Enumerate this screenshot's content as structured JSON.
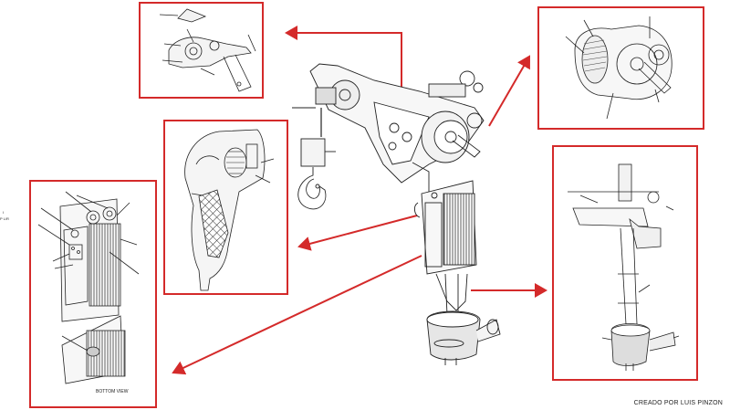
{
  "labels": {
    "bottom_view": "BOTTOM VIEW",
    "credit": "CREADO POR LUIS PINZON",
    "edge_mark_1": "I",
    "edge_mark_2": "P L/R"
  },
  "colors": {
    "callout_red": "#d42a2a",
    "line": "#222222",
    "fill_light": "#e8e8e8",
    "fill_dark": "#9a9a9a"
  }
}
